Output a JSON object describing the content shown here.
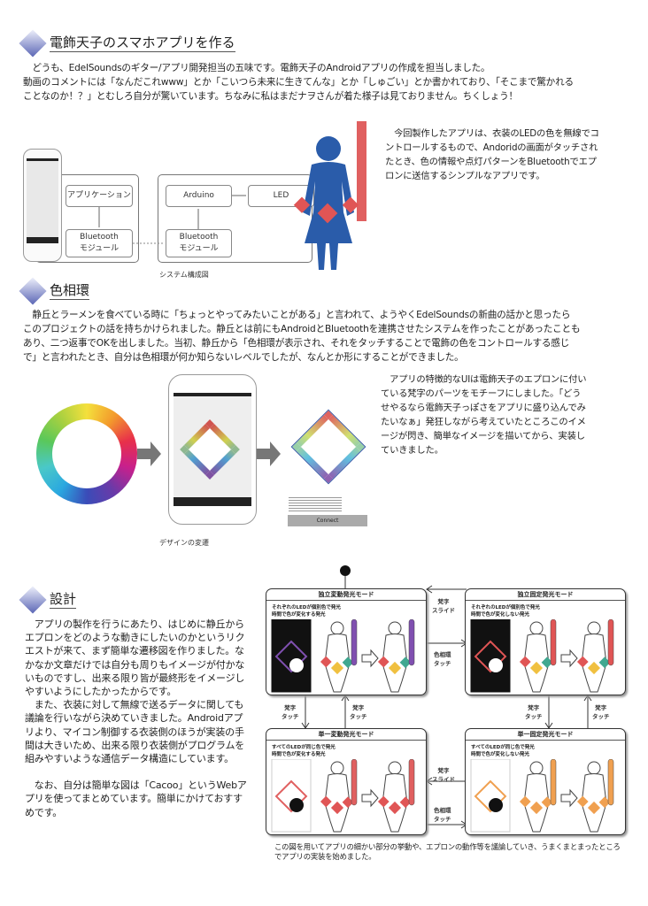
{
  "section1": {
    "heading": "電飾天子のスマホアプリを作る",
    "intro": [
      "　どうも、EdelSoundsのギター/アプリ開発担当の五味です。電飾天子のAndroidアプリの作成を担当しました。",
      "動画のコメントには「なんだこれwww」とか「こいつら未来に生きてんな」とか「しゅごい」とか書かれており、「そこまで驚かれる",
      "ことなのか！？」とむしろ自分が驚いています。ちなみに私はまだナヲさんが着た様子は見ておりません。ちくしょう！"
    ],
    "diagram": {
      "app": "アプリケーション",
      "bt1": [
        "Bluetooth",
        "モジュール"
      ],
      "arduino": "Arduino",
      "led": "LED",
      "bt2": [
        "Bluetooth",
        "モジュール"
      ],
      "caption": "システム構成図"
    },
    "side_text": [
      "　今回製作したアプリは、衣装のLEDの色を無線でコ",
      "ントロールするもので、Andoridの画面がタッチされ",
      "たとき、色の情報や点灯パターンをBluetoothでエプ",
      "ロンに送信するシンプルなアプリです。"
    ]
  },
  "section2": {
    "heading": "色相環",
    "body": [
      "　静丘とラーメンを食べている時に「ちょっとやってみたいことがある」と言われて、ようやくEdelSoundsの新曲の話かと思ったら",
      "このプロジェクトの話を持ちかけられました。静丘とは前にもAndroidとBluetoothを連携させたシステムを作ったことがあったことも",
      "あり、二つ返事でOKを出しました。当初、静丘から「色相環が表示され、それをタッチすることで電飾の色をコントロールする感じ",
      "で」と言われたとき、自分は色相環が何か知らないレベルでしたが、なんとか形にすることができました。"
    ],
    "figure": {
      "connect_button": "Connect",
      "caption": "デザインの変遷"
    },
    "side_text": [
      "　アプリの特徴的なUIは電飾天子のエプロンに付い",
      "ている梵字のパーツをモチーフにしました。「どう",
      "せやるなら電飾天子っぽさをアプリに盛り込んでみ",
      "たいなぁ」発狂しながら考えていたところこのイメ",
      "ージが閃き、簡単なイメージを描いてから、実装し",
      "ていきました。"
    ]
  },
  "section3": {
    "heading": "設計",
    "body": [
      "　アプリの製作を行うにあたり、はじめに静丘から",
      "エプロンをどのような動きにしたいのかというリク",
      "エストが来て、まず簡単な遷移図を作りました。な",
      "かなか文章だけでは自分も周りもイメージが付かな",
      "いものですし、出来る限り皆が最終形をイメージし",
      "やすいようにしたかったからです。",
      "　また、衣装に対して無線で送るデータに関しても",
      "議論を行いながら決めていきました。Androidアプ",
      "リより、マイコン制御する衣装側のほうが実装の手",
      "間は大きいため、出来る限り衣装側がプログラムを",
      "組みやすいような通信データ構造にしています。",
      "",
      "　なお、自分は簡単な図は「Cacoo」というWebア",
      "プリを使ってまとめています。簡単にかけておすす",
      "めです。"
    ],
    "modes": [
      {
        "title": "独立変動発光モード",
        "desc": [
          "それぞれのLEDが個別色で発光",
          "時間で色が変化する発光"
        ]
      },
      {
        "title": "独立固定発光モード",
        "desc": [
          "それぞれのLEDが個別色で発光",
          "時間で色が変化しない発光"
        ]
      },
      {
        "title": "単一変動発光モード",
        "desc": [
          "すべてのLEDが同じ色で発光",
          "時間で色が変化する発光"
        ]
      },
      {
        "title": "単一固定発光モード",
        "desc": [
          "すべてのLEDが同じ色で発光",
          "時間で色が変化しない発光"
        ]
      }
    ],
    "transitions": {
      "slide": [
        "梵字",
        "スライド"
      ],
      "wheel": [
        "色相環",
        "タッチ"
      ],
      "touch": [
        "梵字",
        "タッチ"
      ]
    },
    "caption": [
      "この図を用いてアプリの細かい部分の挙動や、エプロンの動作等を議論していき、うまくまとまったところ",
      "でアプリの実装を始めました。"
    ]
  },
  "colors": {
    "figure_blue": "#2a5caa",
    "led_red": "#e05555",
    "accent_blue": "#5b66b5"
  }
}
